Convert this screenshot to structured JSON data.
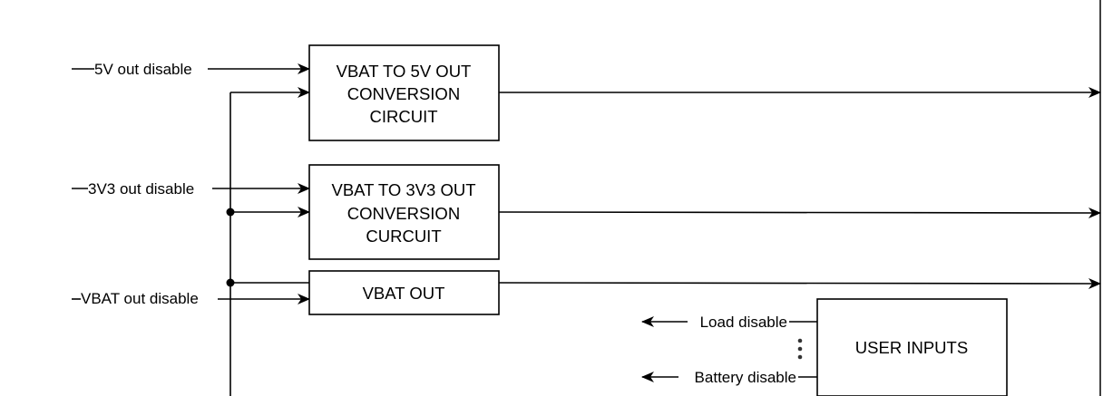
{
  "inputs": {
    "5v_disable": "5V out disable",
    "3v3_disable": "3V3 out disable",
    "vbat_disable": "VBAT out disable"
  },
  "blocks": {
    "5v_converter": [
      "VBAT TO 5V OUT",
      "CONVERSION",
      "CIRCUIT"
    ],
    "3v3_converter": [
      "VBAT TO 3V3 OUT",
      "CONVERSION",
      "CURCUIT"
    ],
    "vbat_out": "VBAT OUT",
    "user_inputs": "USER INPUTS"
  },
  "user_outputs": {
    "load_disable": "Load disable",
    "battery_disable": "Battery disable"
  }
}
